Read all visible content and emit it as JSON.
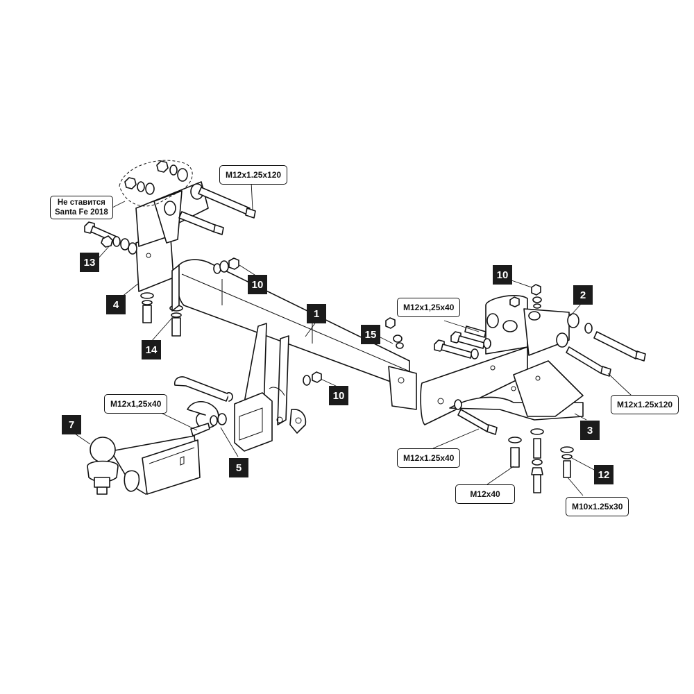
{
  "diagram": {
    "callouts": [
      {
        "id": "1",
        "label": "1"
      },
      {
        "id": "2",
        "label": "2"
      },
      {
        "id": "3",
        "label": "3"
      },
      {
        "id": "4",
        "label": "4"
      },
      {
        "id": "5",
        "label": "5"
      },
      {
        "id": "7",
        "label": "7"
      },
      {
        "id": "10a",
        "label": "10"
      },
      {
        "id": "10b",
        "label": "10"
      },
      {
        "id": "10c",
        "label": "10"
      },
      {
        "id": "12",
        "label": "12"
      },
      {
        "id": "13",
        "label": "13"
      },
      {
        "id": "14",
        "label": "14"
      },
      {
        "id": "15",
        "label": "15"
      }
    ],
    "fastener_labels": [
      {
        "id": "m12-120-top",
        "text": "M12x1.25x120"
      },
      {
        "id": "m12-40-left",
        "text": "M12x1,25x40"
      },
      {
        "id": "m12-40-right-top",
        "text": "M12x1,25x40"
      },
      {
        "id": "m12-120-right",
        "text": "M12x1.25x120"
      },
      {
        "id": "m12-125-40-bottom",
        "text": "M12x1.25x40"
      },
      {
        "id": "m12x40",
        "text": "M12x40"
      },
      {
        "id": "m10",
        "text": "M10x1.25x30"
      }
    ],
    "note": {
      "line1": "Не ставится",
      "line2": "Santa Fe 2018"
    }
  }
}
